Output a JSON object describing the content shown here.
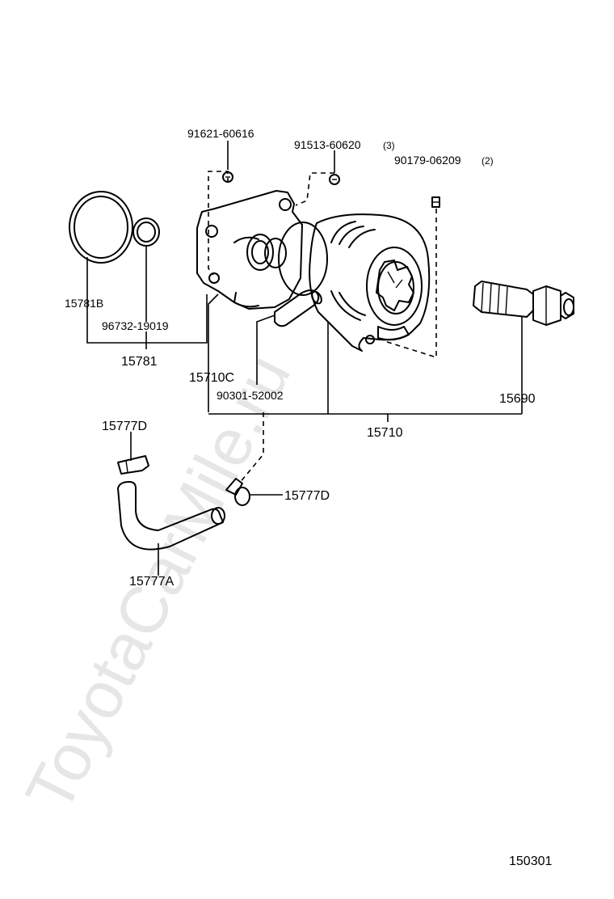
{
  "watermark": "ToyotaCarMile.ru",
  "labels": {
    "p15781b": "15781B",
    "p96732": "96732-19019",
    "p15781": "15781",
    "p91621": "91621-60616",
    "p91513": "91513-60620",
    "p91513_qty": "(3)",
    "p90179": "90179-06209",
    "p90179_qty": "(2)",
    "p15710c": "15710C",
    "p90301": "90301-52002",
    "p15690": "15690",
    "p15710": "15710",
    "p15777d_top": "15777D",
    "p15777d_right": "15777D",
    "p15777a": "15777A"
  },
  "illustration_id": "150301"
}
